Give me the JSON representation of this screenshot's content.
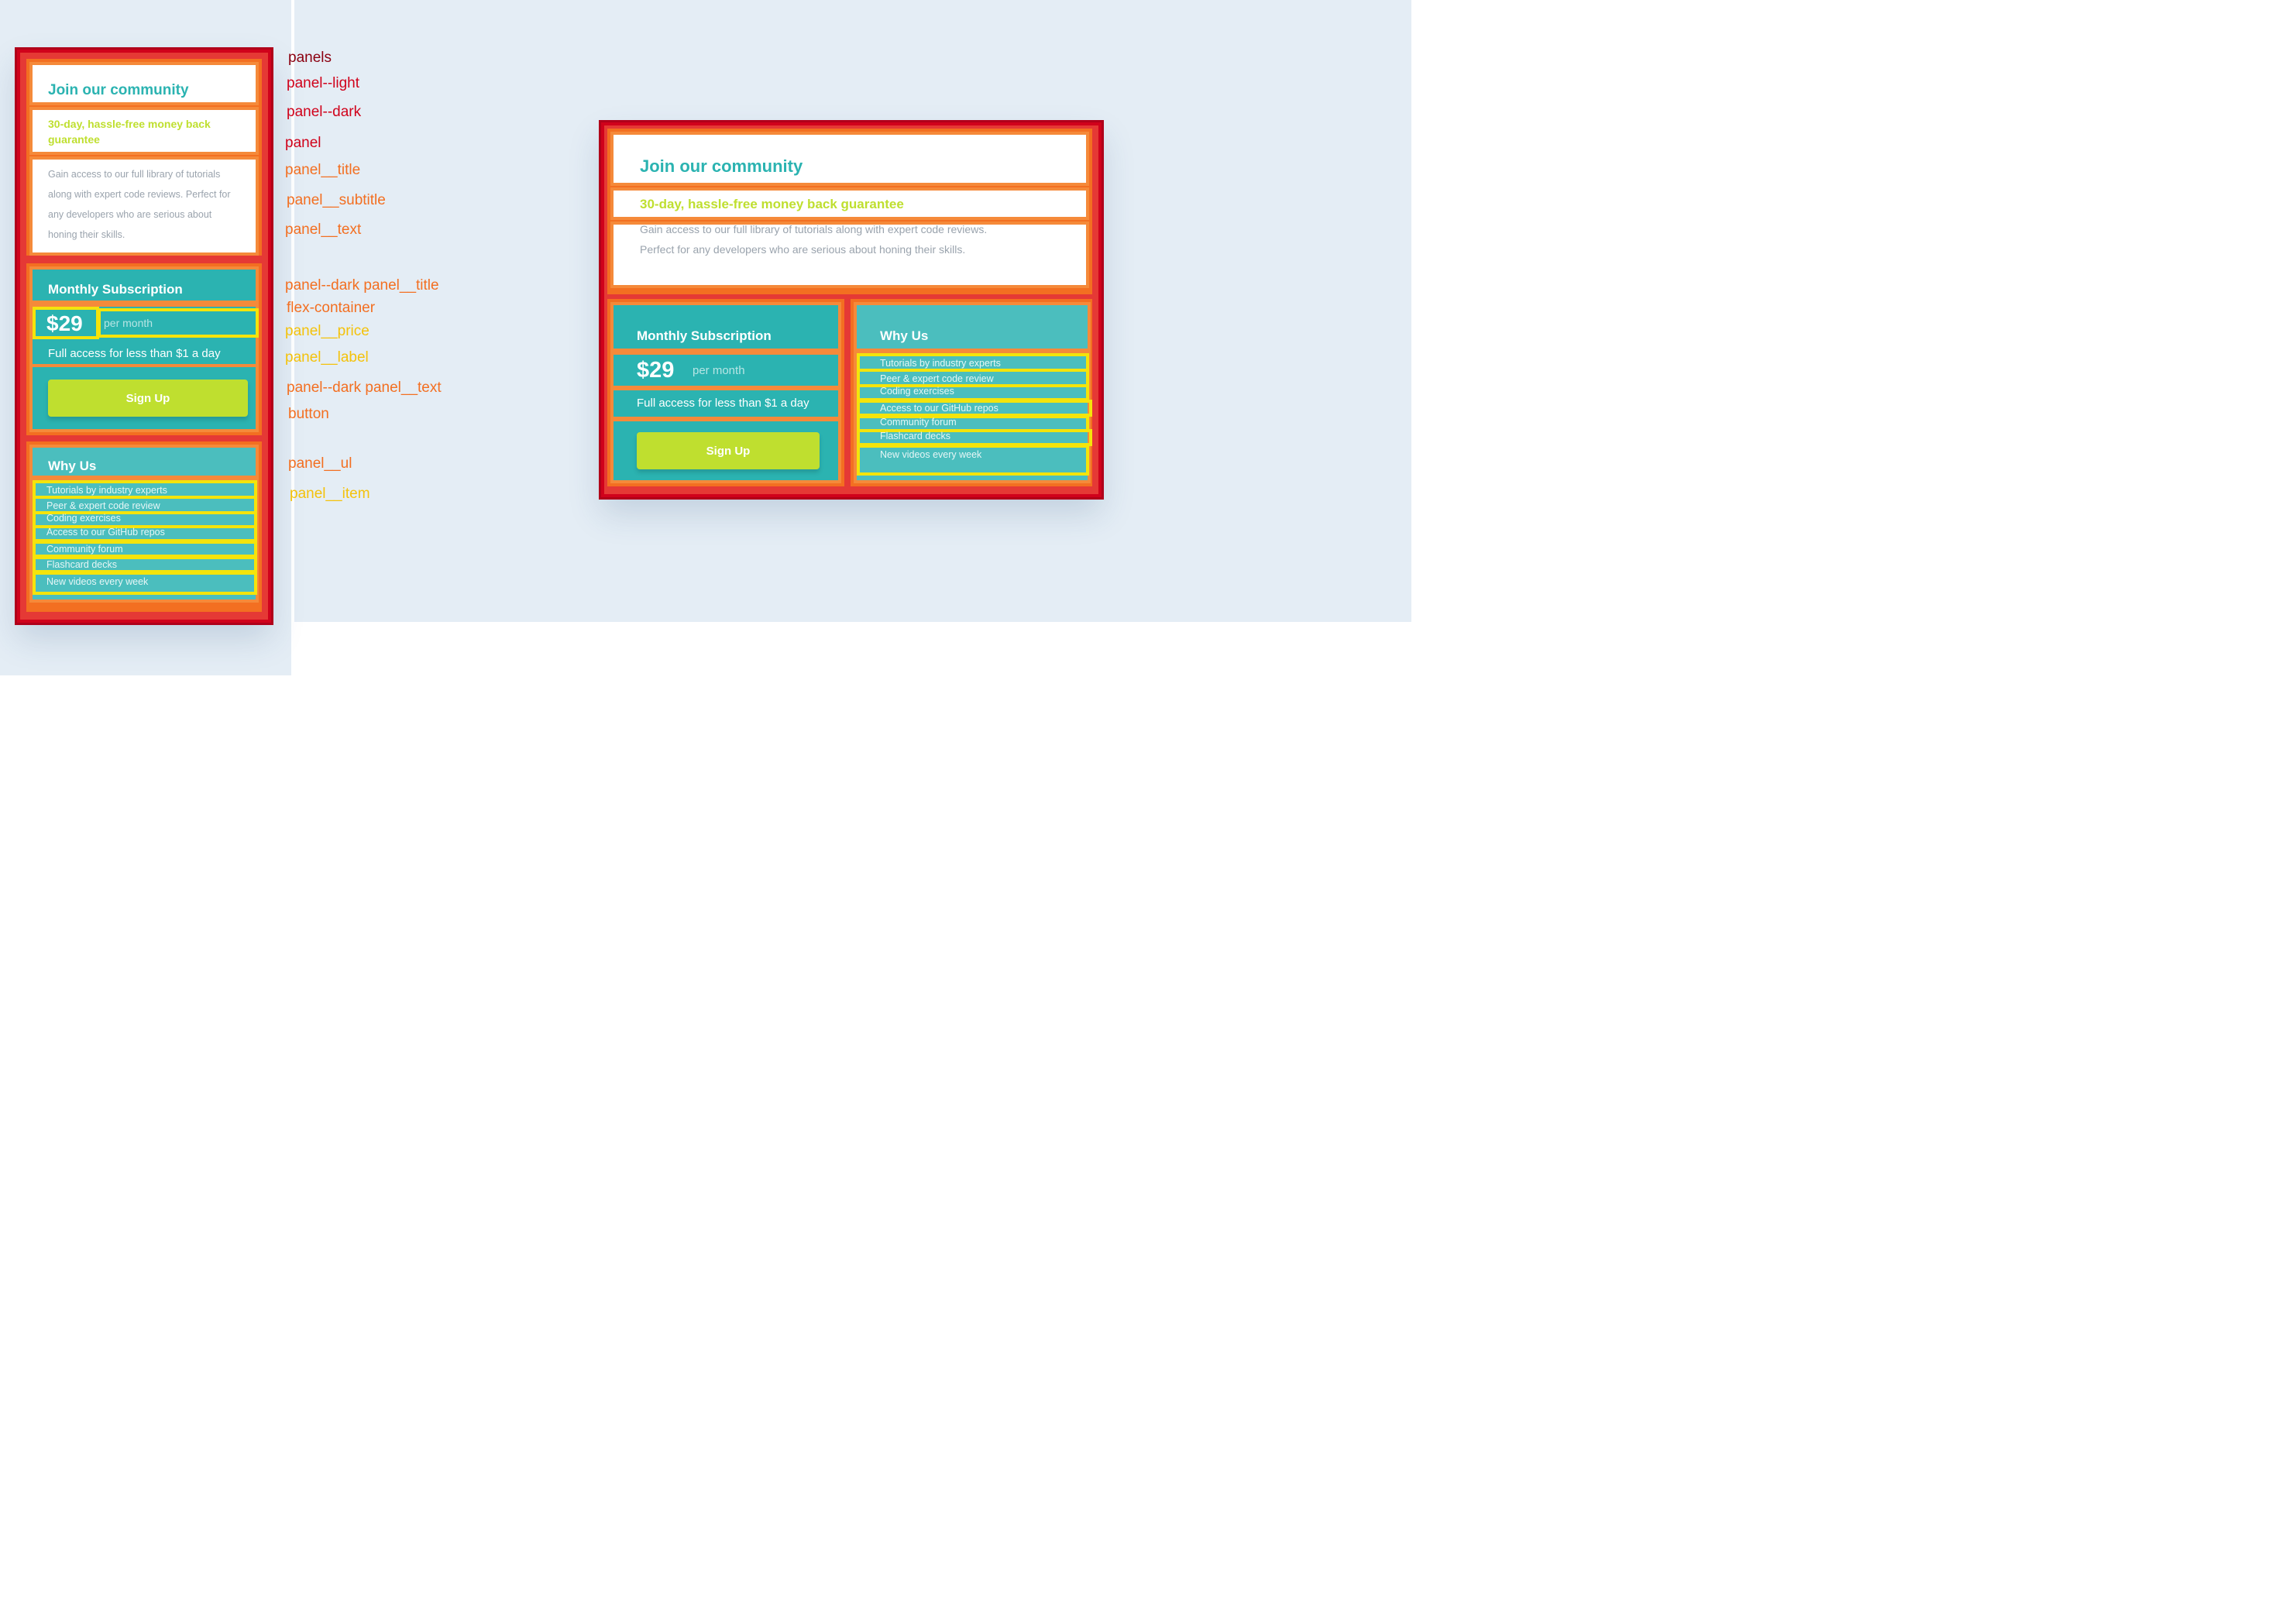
{
  "content": {
    "title": "Join our community",
    "subtitle": "30-day, hassle-free money back guarantee",
    "subtitle_line1": "30-day, hassle-free money back",
    "subtitle_line2": "guarantee",
    "text": "Gain access to our full library of tutorials along with expert code reviews. Perfect for any developers who are serious about honing their skills.",
    "text_d1": "Gain access to our full library of tutorials along with expert code reviews.",
    "text_d2": "Perfect for any developers who are serious about honing their skills.",
    "text_m1": "Gain access to our full library of tutorials",
    "text_m2": "along with expert code reviews. Perfect for",
    "text_m3": "any developers who are serious about",
    "text_m4": "honing their skills.",
    "subscription_title": "Monthly Subscription",
    "price": "$29",
    "price_label": "per month",
    "price_text": "Full access for less than $1 a day",
    "button_label": "Sign Up",
    "why_title": "Why Us",
    "why_items": [
      "Tutorials by industry experts",
      "Peer & expert code review",
      "Coding exercises",
      "Access to our GitHub repos",
      "Community forum",
      "Flashcard decks",
      "New videos every week"
    ]
  },
  "legend": {
    "panels": "panels",
    "panel_light": "panel--light",
    "panel_dark": "panel--dark",
    "panel": "panel",
    "panel_title": "panel__title",
    "panel_subtitle": "panel__subtitle",
    "panel_text": "panel__text",
    "panel_dark_title": "panel--dark panel__title",
    "flex_container": "flex-container",
    "panel_price": "panel__price",
    "panel_label": "panel__label",
    "panel_dark_text": "panel--dark panel__text",
    "button": "button",
    "panel_ul": "panel__ul",
    "panel_item": "panel__item"
  },
  "colors": {
    "page_bg": "#e4edf5",
    "teal": "#2bb3b1",
    "teal_light": "#4bbebe",
    "lime": "#bfdf2f",
    "red_outline": "#d0021b",
    "orange_outline": "#f36f21",
    "yellow_outline": "#f4e40b"
  }
}
